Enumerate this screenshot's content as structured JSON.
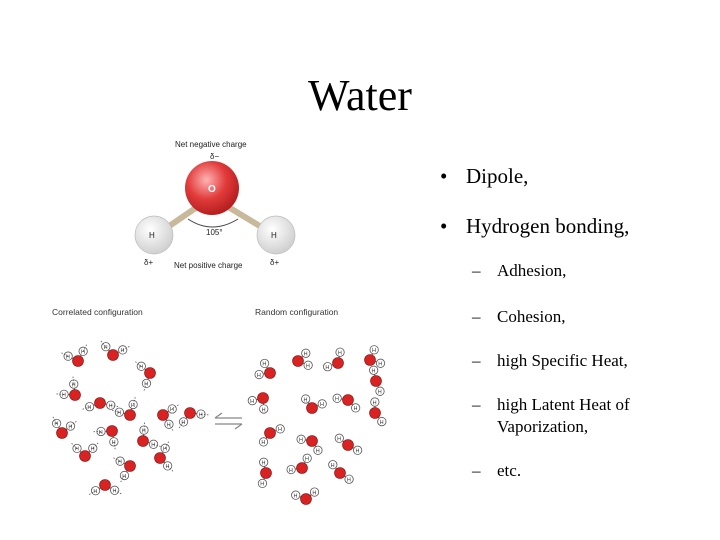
{
  "slide": {
    "title": "Water",
    "bullets": [
      {
        "label": "Dipole,"
      },
      {
        "label": "Hydrogen bonding,"
      }
    ],
    "sub_bullets": [
      {
        "label": "Adhesion,"
      },
      {
        "label": "Cohesion,"
      },
      {
        "label": "high Specific Heat,"
      },
      {
        "label": "high Latent Heat of Vaporization,"
      },
      {
        "label": "etc."
      }
    ]
  },
  "molecule_diagram": {
    "top_label": "Net negative charge",
    "delta_minus": "δ−",
    "oxygen": "O",
    "hydrogen": "H",
    "angle": "105°",
    "delta_plus": "δ+",
    "bottom_label": "Net positive charge",
    "oxygen_color": "#e23b3b",
    "hydrogen_color": "#eeeeee"
  },
  "configuration_diagram": {
    "left_label": "Correlated configuration",
    "right_label": "Random configuration",
    "oxygen_color": "#d92323",
    "hydrogen_color": "#ffffff"
  }
}
